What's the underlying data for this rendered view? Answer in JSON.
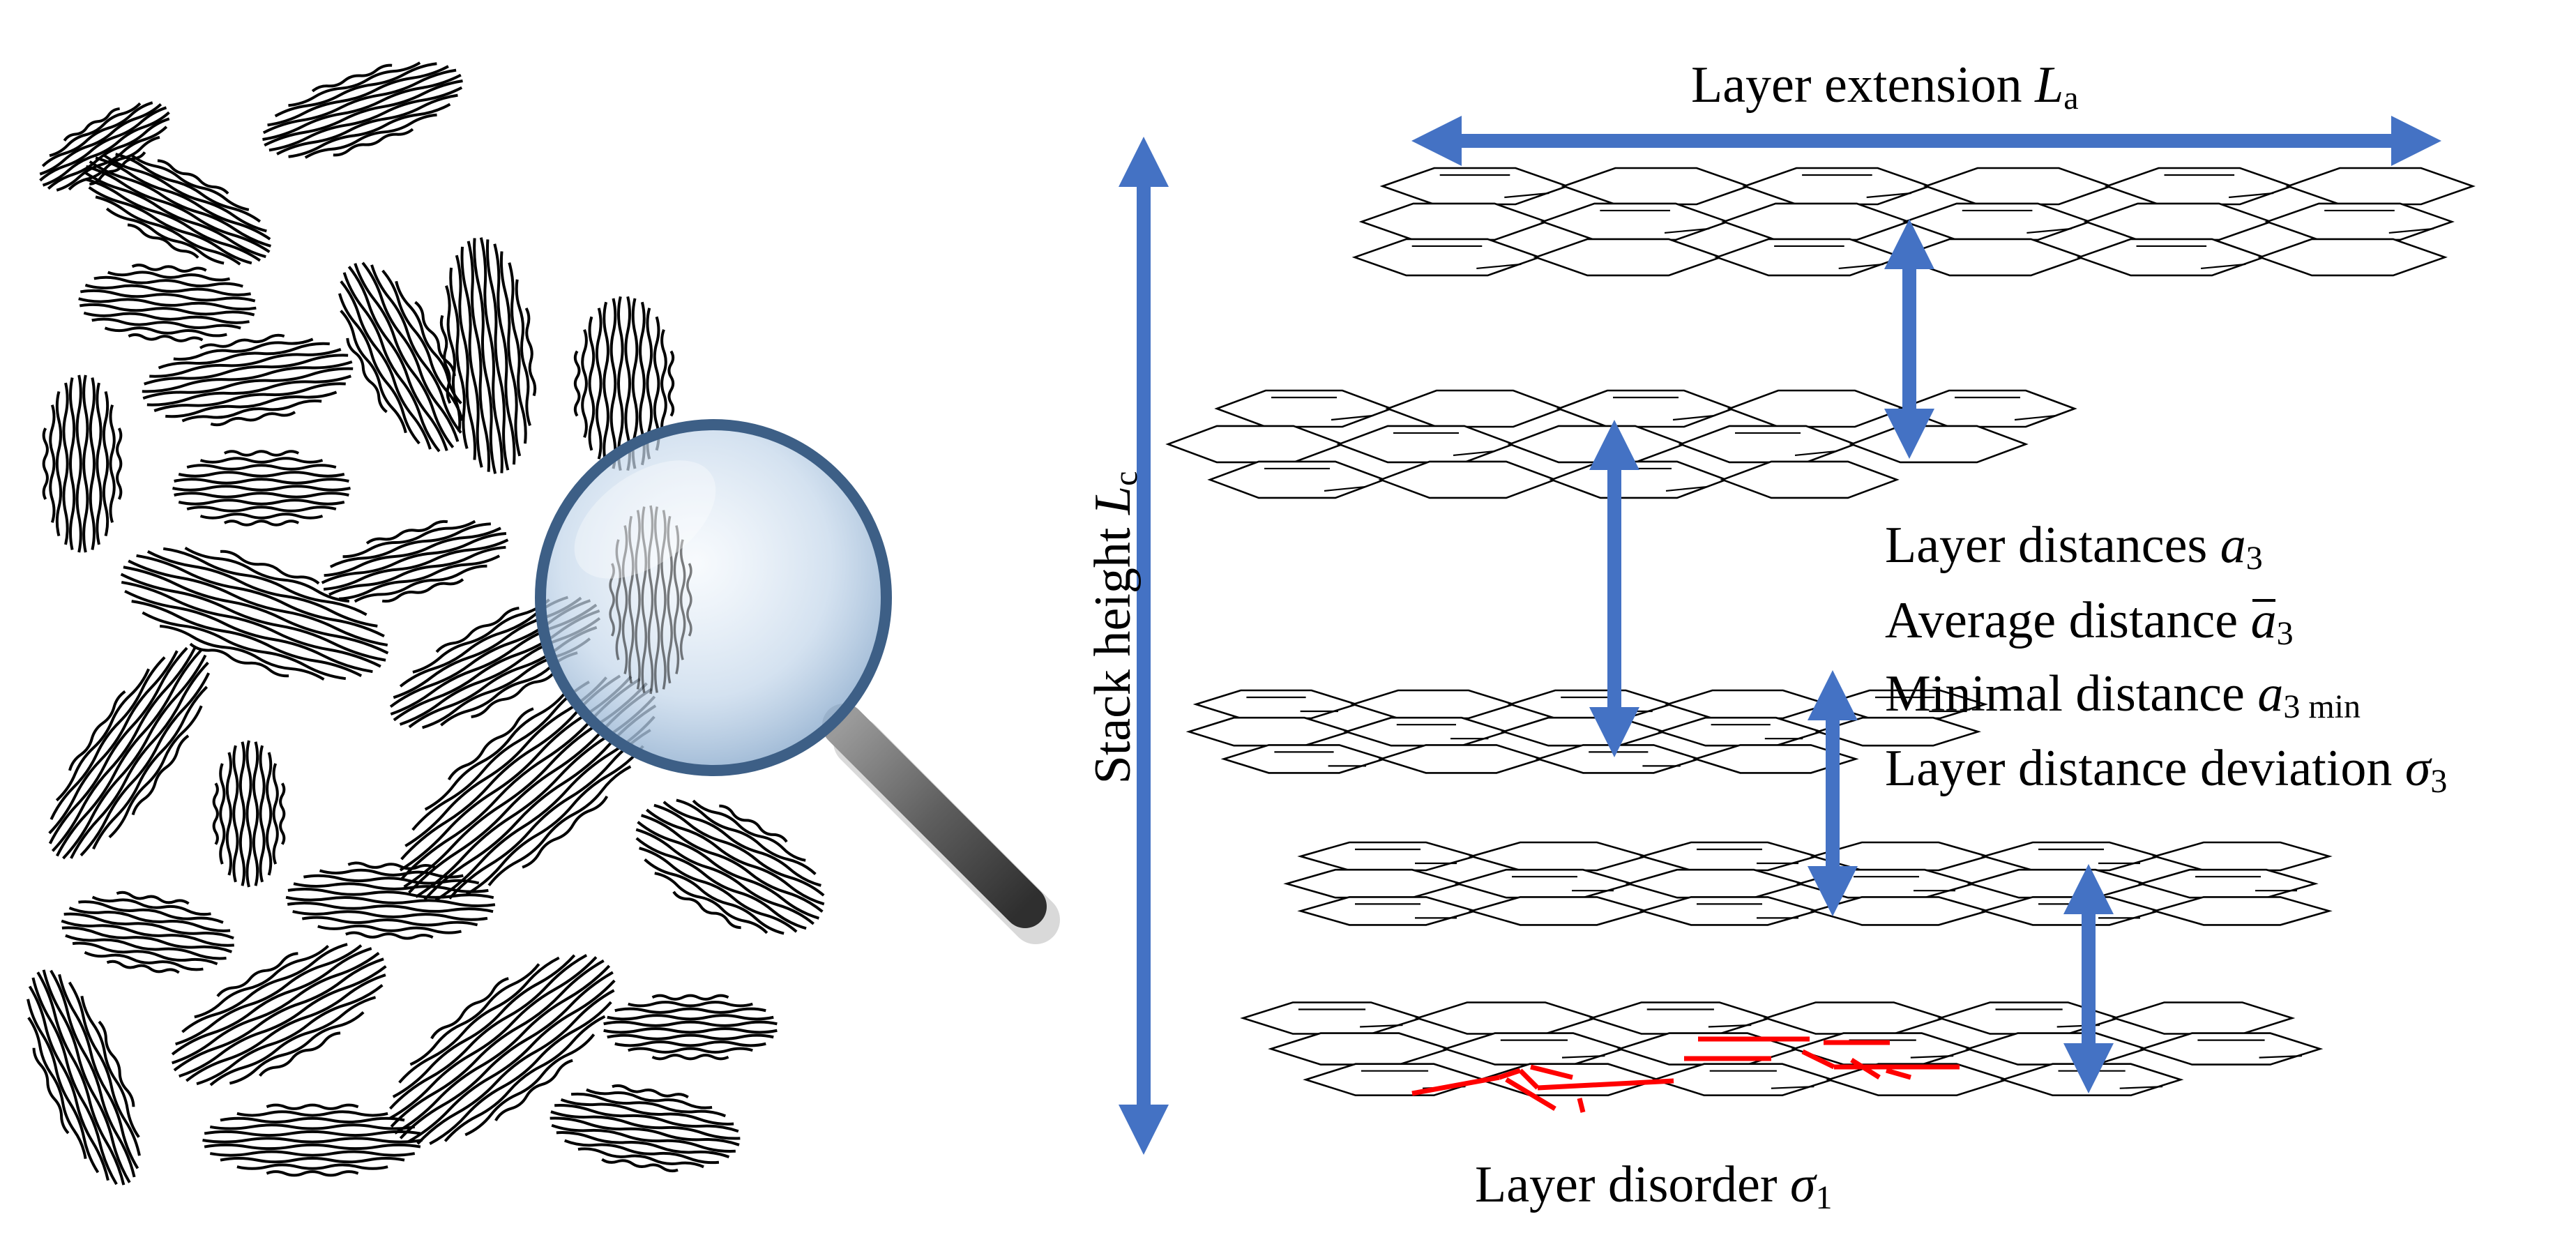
{
  "labels": {
    "layer_extension": {
      "text": "Layer extension ",
      "symbol": "L",
      "sub": "a"
    },
    "stack_height": {
      "text": "Stack height ",
      "symbol": "L",
      "sub": "c"
    },
    "layer_distances": {
      "text": "Layer distances ",
      "symbol": "a",
      "sub": "3"
    },
    "average_distance": {
      "text": "Average distance ",
      "symbol": "a",
      "sub": "3"
    },
    "minimal_distance": {
      "text": "Minimal distance ",
      "symbol": "a",
      "sub": "3 min"
    },
    "layer_distance_deviation": {
      "text": "Layer distance deviation ",
      "symbol": "σ",
      "sub": "3"
    },
    "layer_disorder": {
      "text": "Layer disorder ",
      "symbol": "σ",
      "sub": "1"
    }
  },
  "colors": {
    "arrow": "#4472C4",
    "disorder": "#ff0000",
    "line": "#000000",
    "lens_glass": "#b8cfe4",
    "lens_rim": "#3d5f86",
    "handle": "#5d5d5d"
  },
  "icons": {
    "magnifier": "magnifier-icon"
  }
}
